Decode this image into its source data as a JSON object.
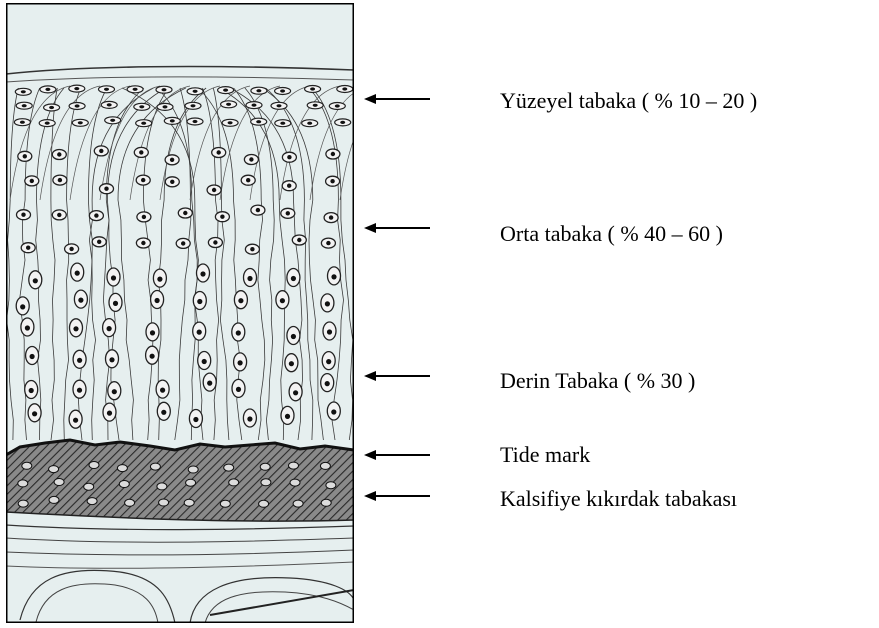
{
  "labels": [
    {
      "id": "yuzeyel",
      "text": "Yüzeyel tabaka ( % 10 – 20 )"
    },
    {
      "id": "orta",
      "text": "Orta tabaka ( % 40 – 60 )"
    },
    {
      "id": "derin",
      "text": "Derin Tabaka ( % 30 )"
    },
    {
      "id": "tide",
      "text": "Tide mark"
    },
    {
      "id": "kalsifiye",
      "text": "Kalsifiye kıkırdak tabakası"
    }
  ],
  "colors": {
    "frame": "#000000",
    "background": "#e4eeee",
    "ink": "#1a1a1a",
    "calcified": "#6f6f6f"
  }
}
